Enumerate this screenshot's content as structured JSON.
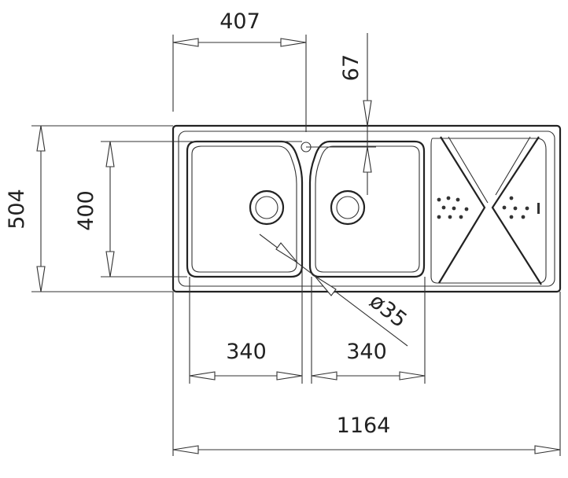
{
  "drawing": {
    "dimensions": {
      "top_width": "407",
      "tap_offset": "67",
      "overall_depth": "504",
      "bowl_depth": "400",
      "drain_diameter": "ø35",
      "left_bowl_width": "340",
      "right_bowl_width": "340",
      "overall_width": "1164"
    }
  }
}
